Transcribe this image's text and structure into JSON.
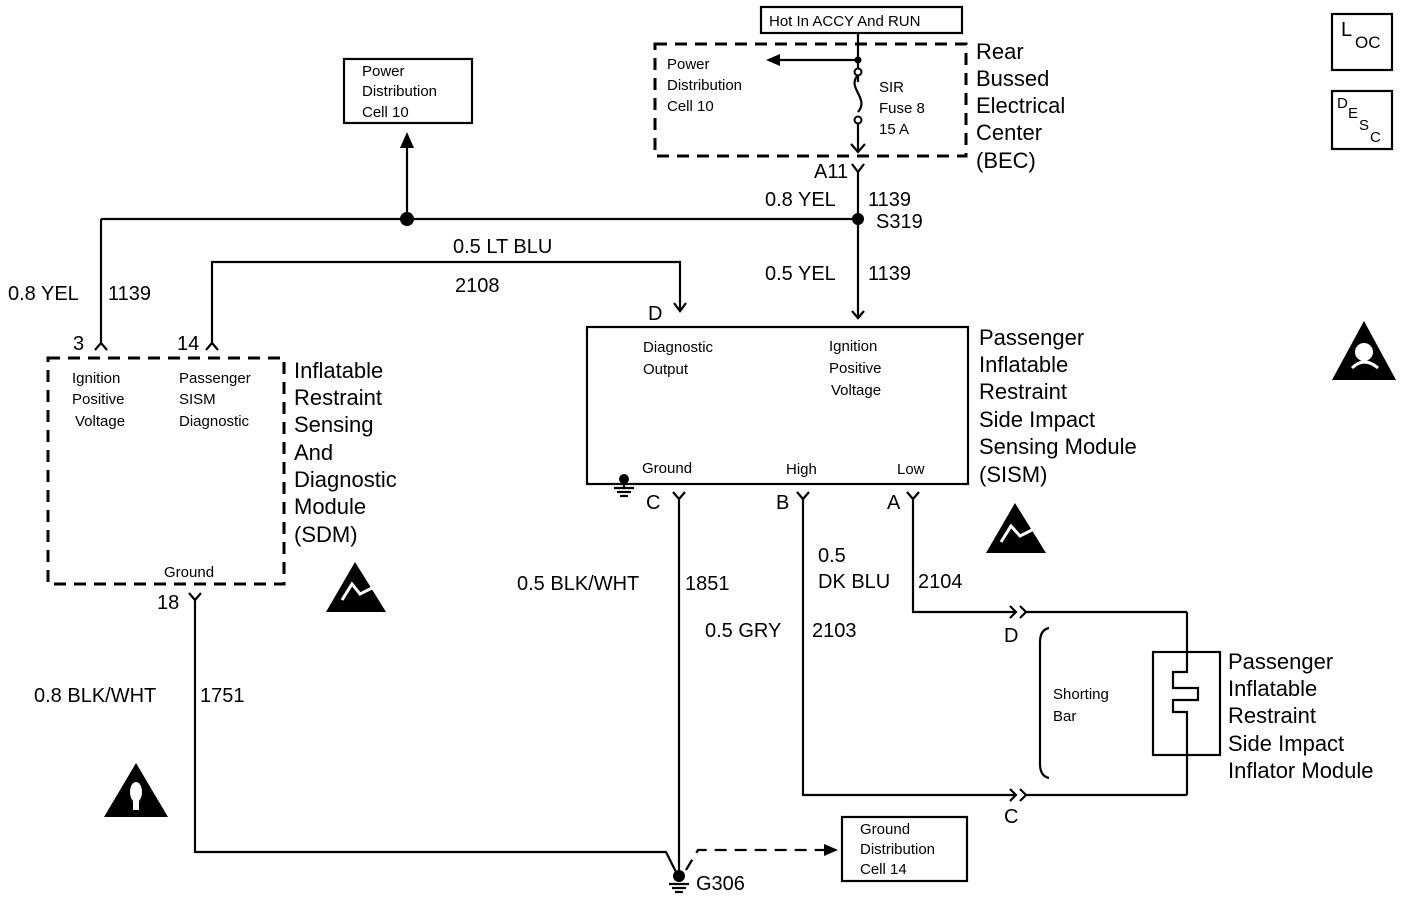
{
  "sources": {
    "hot_in": "Hot In ACCY And RUN",
    "pdc_top_line1": "Power",
    "pdc_top_line2": "Distribution",
    "pdc_top_line3": "Cell 10",
    "bec_pdc_line1": "Power",
    "bec_pdc_line2": "Distribution",
    "bec_pdc_line3": "Cell 10",
    "fuse_line1": "SIR",
    "fuse_line2": "Fuse 8",
    "fuse_line3": "15 A",
    "bec_title": [
      "Rear",
      "Bussed",
      "Electrical",
      "Center",
      "(BEC)"
    ],
    "bec_terminal": "A11"
  },
  "icons": {
    "loc_main": "L",
    "loc_sub": "OC",
    "desc_main": "D",
    "desc_e": "E",
    "desc_s": "S",
    "desc_c": "C"
  },
  "wires": {
    "w_top_yel_size": "0.8 YEL",
    "w_top_yel_circuit": "1139",
    "splice": "S319",
    "w_ltblu_size": "0.5 LT BLU",
    "w_ltblu_circuit": "2108",
    "w_left_yel_size": "0.8 YEL",
    "w_left_yel_circuit": "1139",
    "w_sism_yel_size": "0.5 YEL",
    "w_sism_yel_circuit": "1139",
    "w_ground_sdm_size": "0.8 BLK/WHT",
    "w_ground_sdm_circuit": "1751",
    "w_ground_sism_size": "0.5 BLK/WHT",
    "w_ground_sism_circuit": "1851",
    "w_gry_size": "0.5 GRY",
    "w_gry_circuit": "2103",
    "w_dkblu_size_1": "0.5",
    "w_dkblu_size_2": "DK BLU",
    "w_dkblu_circuit": "2104",
    "ground_point": "G306"
  },
  "sdm": {
    "pin_ign": "3",
    "pin_diag": "14",
    "pin_gnd": "18",
    "ign_label": [
      "Ignition",
      "Positive",
      "Voltage"
    ],
    "diag_label": [
      "Passenger",
      "SISM",
      "Diagnostic"
    ],
    "gnd_label": "Ground",
    "title": [
      "Inflatable",
      "Restraint",
      "Sensing",
      "And",
      "Diagnostic",
      "Module",
      "(SDM)"
    ]
  },
  "sism": {
    "pin_d": "D",
    "pin_c": "C",
    "pin_b": "B",
    "pin_a": "A",
    "diag_label": [
      "Diagnostic",
      "Output"
    ],
    "ign_label": [
      "Ignition",
      "Positive",
      "Voltage"
    ],
    "gnd_label": "Ground",
    "high_label": "High",
    "low_label": "Low",
    "title": [
      "Passenger",
      "Inflatable",
      "Restraint",
      "Side Impact",
      "Sensing Module",
      "(SISM)"
    ]
  },
  "inflator": {
    "pin_d": "D",
    "pin_c": "C",
    "shorting_bar": [
      "Shorting",
      "Bar"
    ],
    "title": [
      "Passenger",
      "Inflatable",
      "Restraint",
      "Side Impact",
      "Inflator Module"
    ]
  },
  "ground_dist": {
    "line1": "Ground",
    "line2": "Distribution",
    "line3": "Cell 14"
  }
}
